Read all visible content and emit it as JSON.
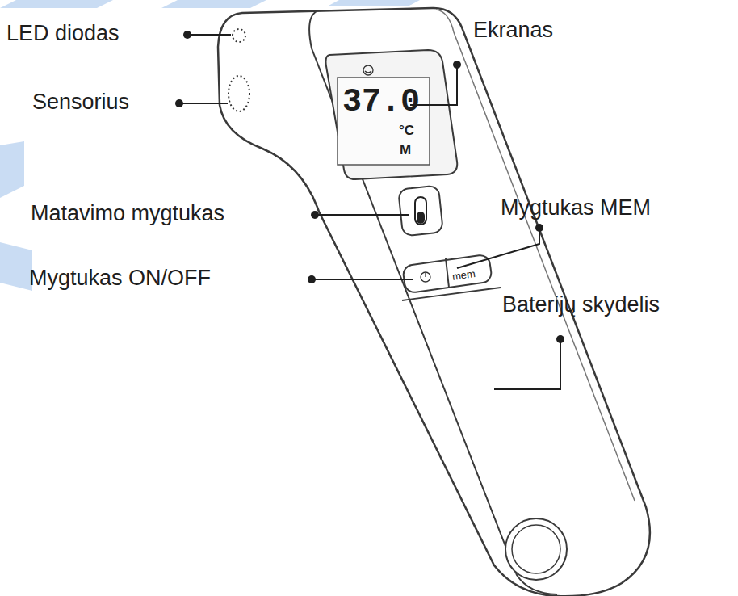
{
  "diagram": {
    "labels": [
      "LED diodas",
      "Sensorius",
      "Ekranas",
      "Matavimo mygtukas",
      "Mygtukas MEM",
      "Mygtukas ON/OFF",
      "Baterijų skydelis",
      "37.0",
      "°C",
      "M",
      "mem"
    ]
  }
}
